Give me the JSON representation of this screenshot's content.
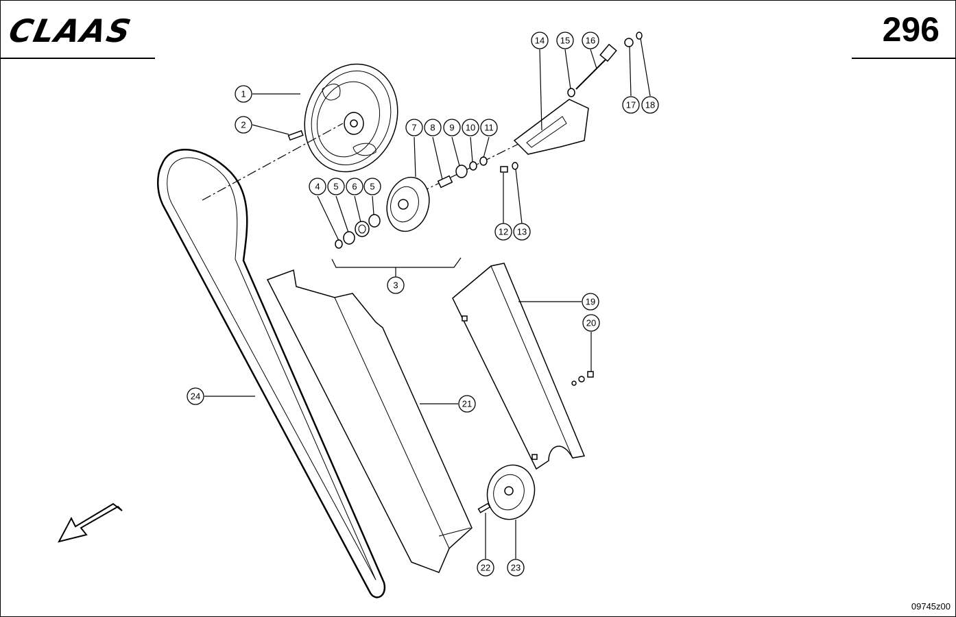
{
  "header": {
    "brand": "CLAAS",
    "page_number": "296"
  },
  "footer": {
    "drawing_code": "09745z00"
  },
  "callouts": [
    {
      "id": "1",
      "label": "1"
    },
    {
      "id": "2",
      "label": "2"
    },
    {
      "id": "3",
      "label": "3"
    },
    {
      "id": "4",
      "label": "4"
    },
    {
      "id": "5a",
      "label": "5"
    },
    {
      "id": "6",
      "label": "6"
    },
    {
      "id": "5b",
      "label": "5"
    },
    {
      "id": "7",
      "label": "7"
    },
    {
      "id": "8",
      "label": "8"
    },
    {
      "id": "9",
      "label": "9"
    },
    {
      "id": "10",
      "label": "10"
    },
    {
      "id": "11",
      "label": "11"
    },
    {
      "id": "12",
      "label": "12"
    },
    {
      "id": "13",
      "label": "13"
    },
    {
      "id": "14",
      "label": "14"
    },
    {
      "id": "15",
      "label": "15"
    },
    {
      "id": "16",
      "label": "16"
    },
    {
      "id": "17",
      "label": "17"
    },
    {
      "id": "18",
      "label": "18"
    },
    {
      "id": "19",
      "label": "19"
    },
    {
      "id": "20",
      "label": "20"
    },
    {
      "id": "21",
      "label": "21"
    },
    {
      "id": "22",
      "label": "22"
    },
    {
      "id": "23",
      "label": "23"
    },
    {
      "id": "24",
      "label": "24"
    }
  ]
}
